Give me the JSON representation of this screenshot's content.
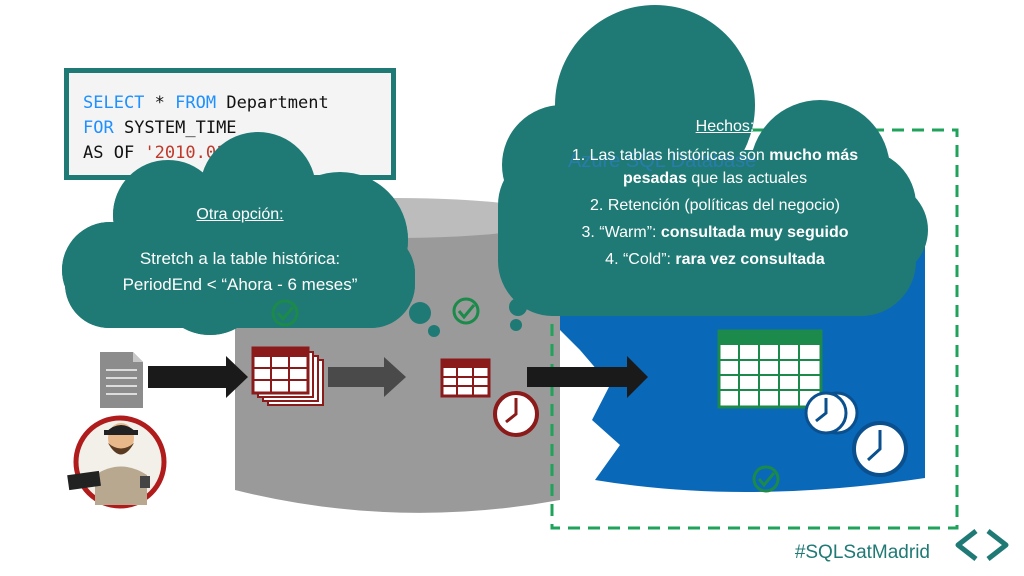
{
  "code": {
    "line1": {
      "kw1": "SELECT",
      "mid1": " * ",
      "kw2": "FROM",
      "rest": " Department"
    },
    "line2": {
      "kw": "FOR",
      "rest": " SYSTEM_TIME"
    },
    "line3": {
      "kw": "AS OF",
      "sp": " ",
      "str": "'2010.01.0"
    }
  },
  "cloud_left": {
    "title": "Otra opción:",
    "line1": "Stretch a la table histórica:",
    "line2": "PeriodEnd < “Ahora - 6 meses”"
  },
  "cloud_right": {
    "title": "Hechos:",
    "items": [
      {
        "num": "1.",
        "text": "Las tablas históricas son ",
        "bold": "mucho más",
        "text2": "",
        "line2_bold": "pesadas",
        "line2_text": " que las actuales"
      },
      {
        "num": "2.",
        "text": "Retención (políticas del negocio)"
      },
      {
        "num": "3.",
        "text": "“Warm”: ",
        "bold": "consultada muy seguido"
      },
      {
        "num": "4.",
        "text": "“Cold”: ",
        "bold": "rara vez consultada"
      }
    ]
  },
  "azure_label": "Azure SQL Database",
  "hashtag": "#SQLSatMadrid",
  "colors": {
    "teal": "#1f7a75",
    "azure_blue": "#0a68b8",
    "gray_db": "#9a9a9a",
    "dark_red": "#8b1a1a",
    "green": "#1b8a4a",
    "dash_green": "#1fa35a"
  },
  "icons": [
    "document-icon",
    "person-avatar-icon",
    "table-stack-icon",
    "table-icon",
    "clock-icon",
    "check-icon",
    "arrow-icon",
    "nav-chevrons-icon"
  ]
}
